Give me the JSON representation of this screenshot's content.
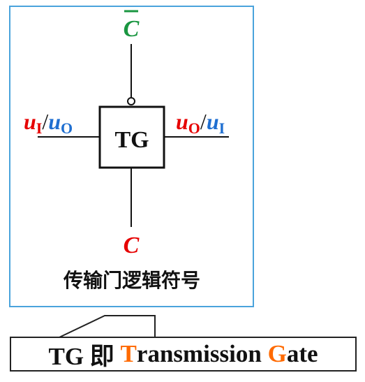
{
  "symbol": {
    "box_label": "TG",
    "top_control": "C",
    "top_control_overbar": true,
    "bottom_control": "C",
    "left_port": {
      "a_var": "u",
      "a_sub": "I",
      "sep": "/",
      "b_var": "u",
      "b_sub": "O"
    },
    "right_port": {
      "a_var": "u",
      "a_sub": "O",
      "sep": "/",
      "b_var": "u",
      "b_sub": "I"
    },
    "caption": "传输门逻辑符号"
  },
  "callout": {
    "prefix": "TG 即 ",
    "word1_initial": "T",
    "word1_rest": "ransmission ",
    "word2_initial": "G",
    "word2_rest": "ate"
  },
  "colors": {
    "frame": "#4aa3dc",
    "c_bar": "#1a9641",
    "c": "#e60000",
    "input_red": "#e60000",
    "output_blue": "#1f6fd1",
    "accent": "#ff6a00",
    "line": "#111111"
  }
}
